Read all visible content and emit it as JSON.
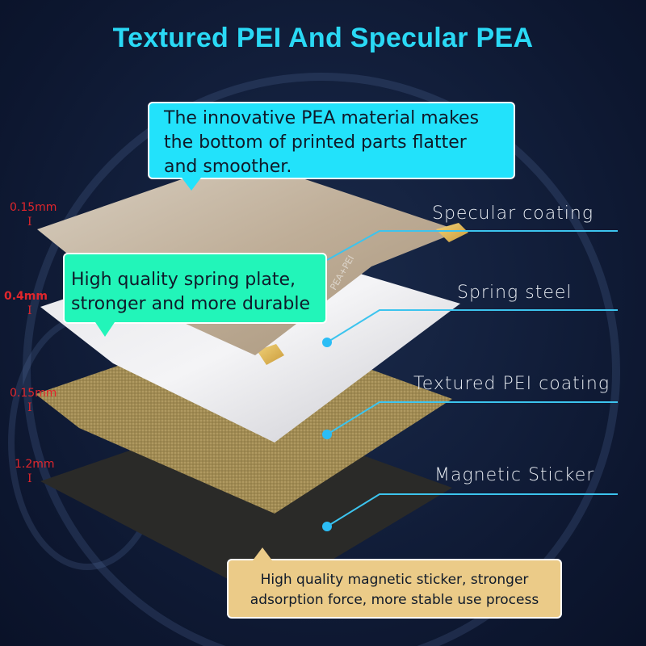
{
  "title": "Textured PEI And Specular PEA",
  "colors": {
    "background": "#0f1a33",
    "title": "#2ad9f5",
    "callout_pea": "#22e2fb",
    "callout_spring": "#22f5b9",
    "callout_magnetic": "#ebcb88",
    "leader_line": "#3cc4ee",
    "thickness_text": "#e0262c"
  },
  "callouts": {
    "pea": {
      "lines": [
        "The innovative PEA material makes",
        "the bottom of printed parts flatter",
        "and smoother."
      ]
    },
    "spring": {
      "lines": [
        "High quality spring plate,",
        "stronger and more durable"
      ]
    },
    "magnetic": {
      "lines": [
        "High quality magnetic sticker, stronger",
        "adsorption force, more stable use process"
      ]
    }
  },
  "layers": [
    {
      "name": "Specular coating",
      "thickness": "0.15mm"
    },
    {
      "name": "Spring steel",
      "thickness": "0.4mm"
    },
    {
      "name": "Textured PEI coating",
      "thickness": "0.15mm"
    },
    {
      "name": "Magnetic Sticker",
      "thickness": "1.2mm"
    }
  ],
  "plate_imprint": "PEA+PEI",
  "icons": {
    "thickness_marker": "I-beam",
    "leader_dot": "circle"
  }
}
